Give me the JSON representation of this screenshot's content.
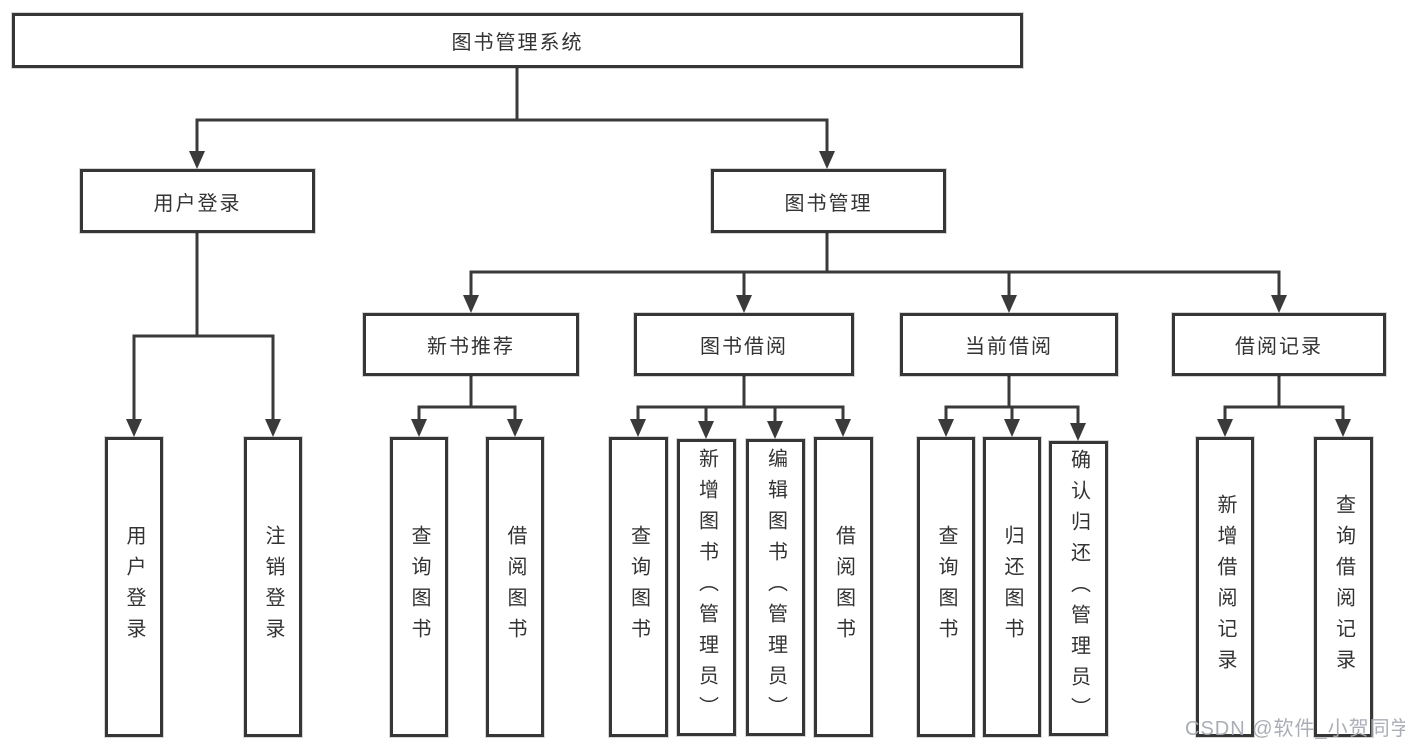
{
  "nodes": {
    "root": {
      "label": "图书管理系统"
    },
    "user_login": {
      "label": "用户登录"
    },
    "book_management": {
      "label": "图书管理"
    },
    "new_book_recommend": {
      "label": "新书推荐"
    },
    "book_borrowing": {
      "label": "图书借阅"
    },
    "current_borrowing": {
      "label": "当前借阅"
    },
    "borrowing_records": {
      "label": "借阅记录"
    }
  },
  "leaves": [
    {
      "label": "用户登录"
    },
    {
      "label": "注销登录"
    },
    {
      "label": "查询图书"
    },
    {
      "label": "借阅图书"
    },
    {
      "label": "查询图书"
    },
    {
      "label": "新增图书（管理员）"
    },
    {
      "label": "编辑图书（管理员）"
    },
    {
      "label": "借阅图书"
    },
    {
      "label": "查询图书"
    },
    {
      "label": "归还图书"
    },
    {
      "label": "确认归还（管理员）"
    },
    {
      "label": "新增借阅记录"
    },
    {
      "label": "查询借阅记录"
    }
  ],
  "watermark": "CSDN @软件_小贺同学",
  "colors": {
    "line": "#3a3a3a",
    "box_border": "#363636",
    "text": "#333333",
    "watermark": "#a5aab2",
    "background": "#ffffff"
  }
}
